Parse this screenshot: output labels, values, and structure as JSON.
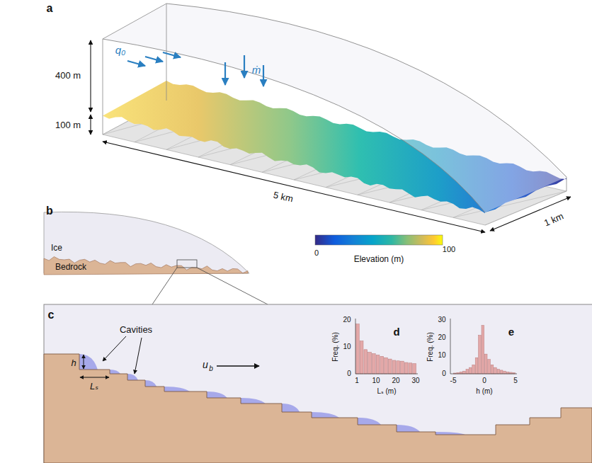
{
  "diagram": {
    "labels": [
      "a",
      "400 m",
      "100 m",
      "q₀",
      "ṁ",
      "5 km",
      "1 km",
      "0",
      "Elevation (m)",
      "100",
      "b",
      "Ice",
      "Bedrock",
      "c",
      "Cavities",
      "h",
      "Lₛ",
      "u",
      "b",
      "d",
      "20",
      "10",
      "0",
      "Freq. (%)",
      "1",
      "10",
      "20",
      "30",
      "Lₛ (m)",
      "e",
      "30",
      "20",
      "10",
      "0",
      "Freq. (%)",
      "-5",
      "0",
      "5",
      "h (m)"
    ]
  }
}
